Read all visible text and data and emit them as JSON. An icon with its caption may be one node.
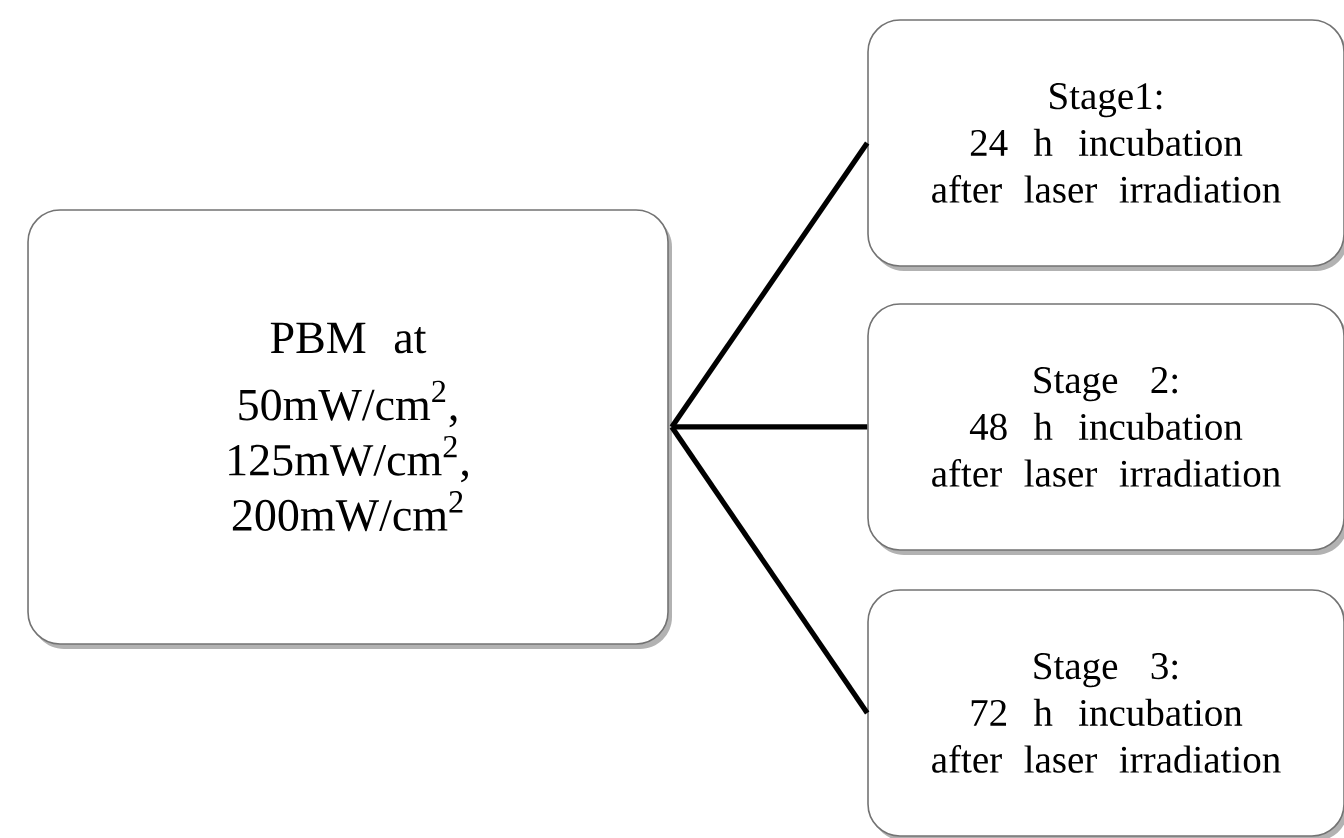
{
  "diagram": {
    "nodes": [
      {
        "text": [
          "PBM at",
          "50mW/cm$^{2}$, 125mW/cm$^{2}$, 200mW/cm$^{2}$"
        ]
      },
      {
        "text": [
          "Stage1:",
          "24 h incubation after laser irradiation"
        ]
      },
      {
        "text": [
          "Stage 2:",
          "48 h incubation after laser irradiation"
        ]
      },
      {
        "text": [
          "Stage 3:",
          "72 h incubation after laser irradiation"
        ]
      }
    ],
    "edges": [
      {
        "from": 0,
        "to": 1,
        "arrow": "none"
      },
      {
        "from": 0,
        "to": 2,
        "arrow": "none"
      },
      {
        "from": 0,
        "to": 3,
        "arrow": "none"
      }
    ]
  }
}
